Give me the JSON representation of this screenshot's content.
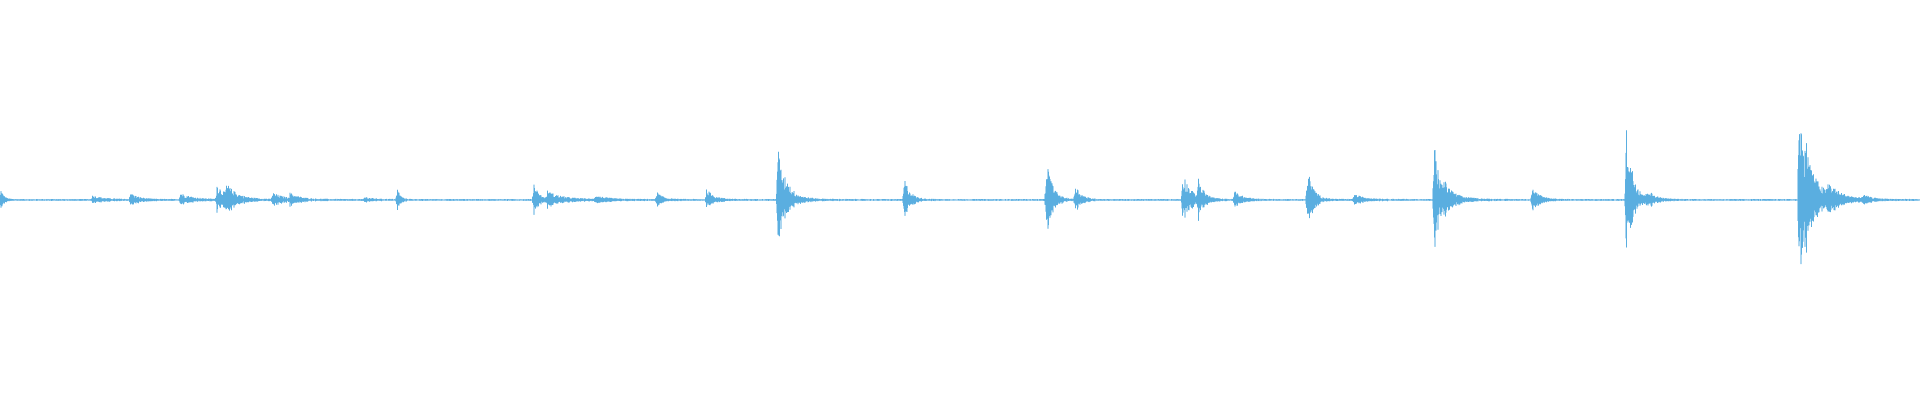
{
  "waveform": {
    "color": "#5aaee0",
    "background": "#ffffff",
    "bursts": [
      {
        "t": 0.0005,
        "amplitude": 0.08,
        "decay": 0.0015
      },
      {
        "t": 0.048,
        "amplitude": 0.03,
        "decay": 0.006
      },
      {
        "t": 0.068,
        "amplitude": 0.05,
        "decay": 0.004
      },
      {
        "t": 0.094,
        "amplitude": 0.05,
        "decay": 0.006
      },
      {
        "t": 0.113,
        "amplitude": 0.12,
        "decay": 0.005
      },
      {
        "t": 0.118,
        "amplitude": 0.08,
        "decay": 0.006
      },
      {
        "t": 0.142,
        "amplitude": 0.05,
        "decay": 0.006
      },
      {
        "t": 0.151,
        "amplitude": 0.04,
        "decay": 0.005
      },
      {
        "t": 0.19,
        "amplitude": 0.02,
        "decay": 0.004
      },
      {
        "t": 0.207,
        "amplitude": 0.09,
        "decay": 0.0015
      },
      {
        "t": 0.278,
        "amplitude": 0.14,
        "decay": 0.0025
      },
      {
        "t": 0.285,
        "amplitude": 0.06,
        "decay": 0.008
      },
      {
        "t": 0.31,
        "amplitude": 0.03,
        "decay": 0.006
      },
      {
        "t": 0.342,
        "amplitude": 0.06,
        "decay": 0.003
      },
      {
        "t": 0.368,
        "amplitude": 0.08,
        "decay": 0.004
      },
      {
        "t": 0.405,
        "amplitude": 0.45,
        "decay": 0.003
      },
      {
        "t": 0.409,
        "amplitude": 0.08,
        "decay": 0.006
      },
      {
        "t": 0.471,
        "amplitude": 0.17,
        "decay": 0.003
      },
      {
        "t": 0.545,
        "amplitude": 0.33,
        "decay": 0.003
      },
      {
        "t": 0.56,
        "amplitude": 0.12,
        "decay": 0.003
      },
      {
        "t": 0.616,
        "amplitude": 0.22,
        "decay": 0.004
      },
      {
        "t": 0.624,
        "amplitude": 0.14,
        "decay": 0.003
      },
      {
        "t": 0.643,
        "amplitude": 0.07,
        "decay": 0.004
      },
      {
        "t": 0.681,
        "amplitude": 0.25,
        "decay": 0.003
      },
      {
        "t": 0.705,
        "amplitude": 0.04,
        "decay": 0.006
      },
      {
        "t": 0.747,
        "amplitude": 0.45,
        "decay": 0.003
      },
      {
        "t": 0.752,
        "amplitude": 0.08,
        "decay": 0.007
      },
      {
        "t": 0.798,
        "amplitude": 0.09,
        "decay": 0.004
      },
      {
        "t": 0.847,
        "amplitude": 0.58,
        "decay": 0.0035
      },
      {
        "t": 0.858,
        "amplitude": 0.06,
        "decay": 0.004
      },
      {
        "t": 0.937,
        "amplitude": 0.95,
        "decay": 0.0025
      },
      {
        "t": 0.94,
        "amplitude": 0.28,
        "decay": 0.008
      },
      {
        "t": 0.952,
        "amplitude": 0.08,
        "decay": 0.006
      },
      {
        "t": 0.97,
        "amplitude": 0.03,
        "decay": 0.004
      }
    ],
    "noise_floor": 0.008
  }
}
